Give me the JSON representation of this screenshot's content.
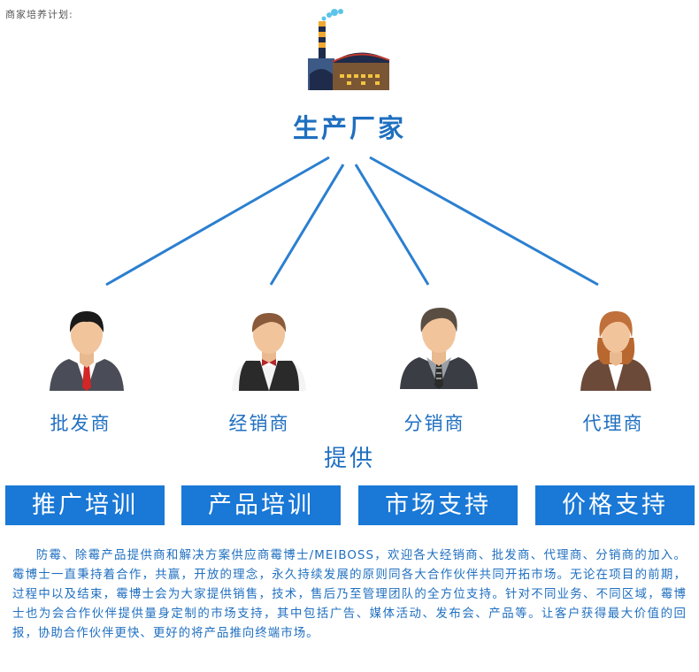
{
  "caption": "商家培养计划:",
  "title": "生产厂家",
  "roles": [
    "批发商",
    "经销商",
    "分销商",
    "代理商"
  ],
  "provide_label": "提供",
  "services": [
    "推广培训",
    "产品培训",
    "市场支持",
    "价格支持"
  ],
  "description": "防霉、除霉产品提供商和解决方案供应商霉博士/MEIBOSS，欢迎各大经销商、批发商、代理商、分销商的加入。霉博士一直秉持着合作，共赢，开放的理念，永久持续发展的原则同各大合作伙伴共同开拓市场。无论在项目的前期，过程中以及结束，霉博士会为大家提供销售，技术，售后乃至管理团队的全方位支持。针对不同业务、不同区域，霉博士也为会合作伙伴提供量身定制的市场支持，其中包括广告、媒体活动、发布会、产品等。让客户获得最大价值的回报，协助合作伙伴更快、更好的将产品推向终端市场。",
  "colors": {
    "accent": "#1a78d6",
    "text": "#1f6fc0",
    "line": "#2b7fd0"
  },
  "icons": [
    "factory-icon",
    "businessman-icon",
    "waiter-icon",
    "manager-icon",
    "businesswoman-icon"
  ]
}
